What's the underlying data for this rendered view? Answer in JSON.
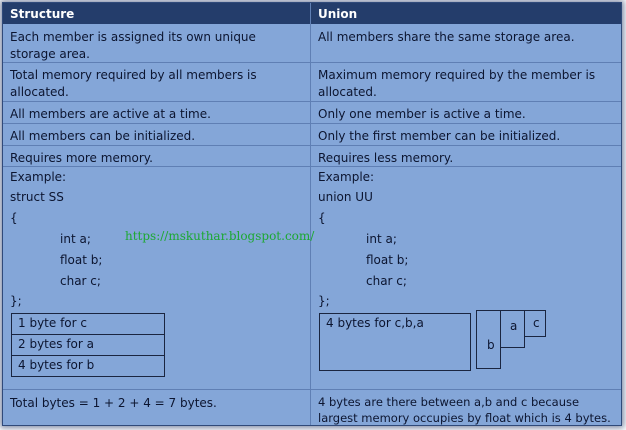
{
  "header": {
    "structure": "Structure",
    "union": "Union"
  },
  "rows": [
    {
      "structure": "Each member is assigned its own unique storage area.",
      "union": "All members share the same storage area."
    },
    {
      "structure": "Total memory required by all members is allocated.",
      "union": "Maximum memory required by the member is allocated."
    },
    {
      "structure": "All members are active at a time.",
      "union": "Only one member is active a time."
    },
    {
      "structure": "All members can be initialized.",
      "union": "Only the first member can be initialized."
    },
    {
      "structure": "Requires more memory.",
      "union": "Requires less memory."
    }
  ],
  "example": {
    "label": "Example:",
    "struct_decl": "struct SS",
    "union_decl": "union UU",
    "open_brace": "{",
    "members": [
      "int a;",
      "float b;",
      "char c;"
    ],
    "close_brace": "};",
    "struct_boxes": [
      "1 byte for c",
      "2 bytes for a",
      "4 bytes for b"
    ],
    "union_box": "4 bytes for c,b,a",
    "union_stack": [
      "b",
      "a",
      "c"
    ]
  },
  "watermark": "https://mskuthar.blogspot.com/",
  "totals": {
    "structure": "Total bytes = 1 + 2 + 4 = 7 bytes.",
    "union": "4 bytes are there between a,b and c because largest memory occupies by float which is 4 bytes."
  }
}
